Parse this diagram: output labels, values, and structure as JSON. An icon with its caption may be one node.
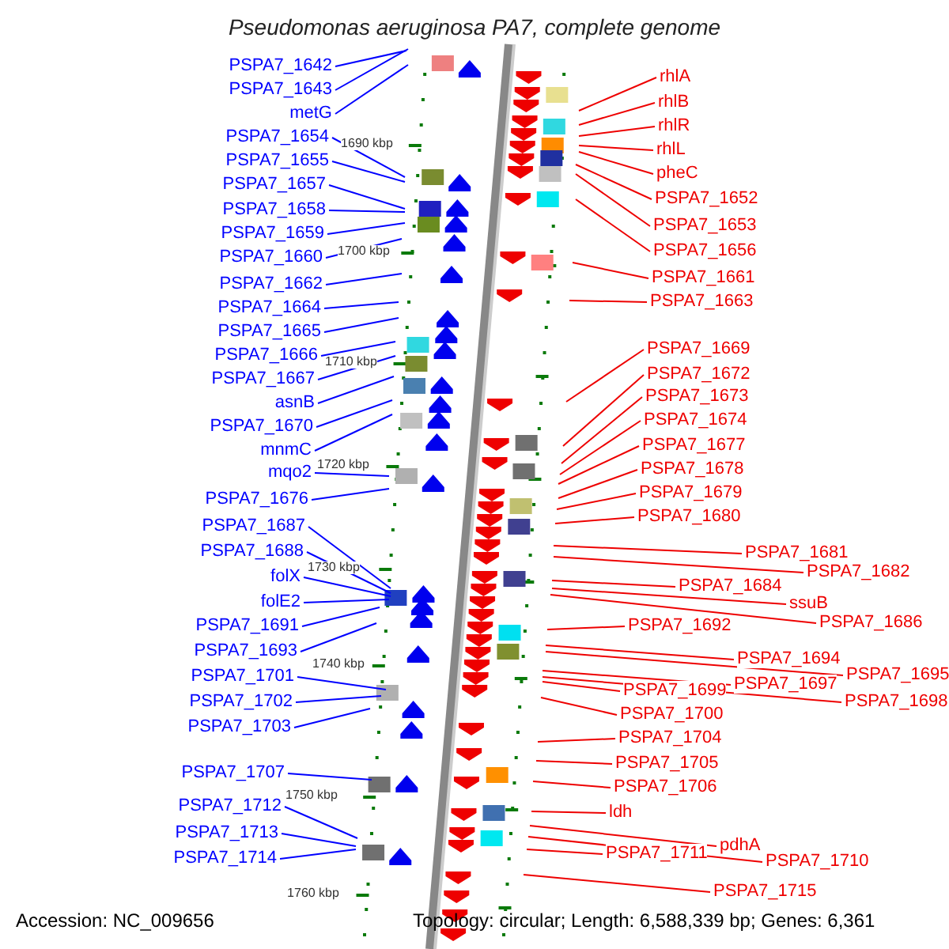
{
  "diagram": {
    "title": "Pseudomonas aeruginosa PA7, complete genome",
    "nodes": [
      {
        "text": [
          "PSPA7_1642"
        ]
      },
      {
        "text": [
          "PSPA7_1643"
        ]
      },
      {
        "text": [
          "metG"
        ]
      },
      {
        "text": [
          "PSPA7_1654"
        ]
      },
      {
        "text": [
          "PSPA7_1655"
        ]
      },
      {
        "text": [
          "PSPA7_1657"
        ]
      },
      {
        "text": [
          "PSPA7_1658"
        ]
      },
      {
        "text": [
          "PSPA7_1659"
        ]
      },
      {
        "text": [
          "PSPA7_1660"
        ]
      },
      {
        "text": [
          "PSPA7_1662"
        ]
      },
      {
        "text": [
          "PSPA7_1664"
        ]
      },
      {
        "text": [
          "PSPA7_1665"
        ]
      },
      {
        "text": [
          "PSPA7_1666"
        ]
      },
      {
        "text": [
          "PSPA7_1667"
        ]
      },
      {
        "text": [
          "asnB"
        ]
      },
      {
        "text": [
          "PSPA7_1670"
        ]
      },
      {
        "text": [
          "mnmC"
        ]
      },
      {
        "text": [
          "mqo2"
        ]
      },
      {
        "text": [
          "PSPA7_1676"
        ]
      },
      {
        "text": [
          "PSPA7_1687"
        ]
      },
      {
        "text": [
          "PSPA7_1688"
        ]
      },
      {
        "text": [
          "folX"
        ]
      },
      {
        "text": [
          "folE2"
        ]
      },
      {
        "text": [
          "PSPA7_1691"
        ]
      },
      {
        "text": [
          "PSPA7_1693"
        ]
      },
      {
        "text": [
          "PSPA7_1701"
        ]
      },
      {
        "text": [
          "PSPA7_1702"
        ]
      },
      {
        "text": [
          "PSPA7_1703"
        ]
      },
      {
        "text": [
          "PSPA7_1707"
        ]
      },
      {
        "text": [
          "PSPA7_1712"
        ]
      },
      {
        "text": [
          "PSPA7_1713"
        ]
      },
      {
        "text": [
          "PSPA7_1714"
        ]
      },
      {
        "text": [
          "rhlA"
        ]
      },
      {
        "text": [
          "rhlB"
        ]
      },
      {
        "text": [
          "rhlR"
        ]
      },
      {
        "text": [
          "rhlL"
        ]
      },
      {
        "text": [
          "pheC"
        ]
      },
      {
        "text": [
          "PSPA7_1652"
        ]
      },
      {
        "text": [
          "PSPA7_1653"
        ]
      },
      {
        "text": [
          "PSPA7_1656"
        ]
      },
      {
        "text": [
          "PSPA7_1661"
        ]
      },
      {
        "text": [
          "PSPA7_1663"
        ]
      },
      {
        "text": [
          "PSPA7_1669"
        ]
      },
      {
        "text": [
          "PSPA7_1672"
        ]
      },
      {
        "text": [
          "PSPA7_1673"
        ]
      },
      {
        "text": [
          "PSPA7_1674"
        ]
      },
      {
        "text": [
          "PSPA7_1677"
        ]
      },
      {
        "text": [
          "PSPA7_1678"
        ]
      },
      {
        "text": [
          "PSPA7_1679"
        ]
      },
      {
        "text": [
          "PSPA7_1680"
        ]
      },
      {
        "text": [
          "PSPA7_1681"
        ]
      },
      {
        "text": [
          "PSPA7_1682"
        ]
      },
      {
        "text": [
          "PSPA7_1684"
        ]
      },
      {
        "text": [
          "ssuB"
        ]
      },
      {
        "text": [
          "PSPA7_1686"
        ]
      },
      {
        "text": [
          "PSPA7_1692"
        ]
      },
      {
        "text": [
          "PSPA7_1694"
        ]
      },
      {
        "text": [
          "PSPA7_1695"
        ]
      },
      {
        "text": [
          "PSPA7_1697"
        ]
      },
      {
        "text": [
          "PSPA7_1698"
        ]
      },
      {
        "text": [
          "PSPA7_1699"
        ]
      },
      {
        "text": [
          "PSPA7_1700"
        ]
      },
      {
        "text": [
          "PSPA7_1704"
        ]
      },
      {
        "text": [
          "PSPA7_1705"
        ]
      },
      {
        "text": [
          "PSPA7_1706"
        ]
      },
      {
        "text": [
          "ldh"
        ]
      },
      {
        "text": [
          "pdhA"
        ]
      },
      {
        "text": [
          "PSPA7_1710"
        ]
      },
      {
        "text": [
          "PSPA7_1711"
        ]
      },
      {
        "text": [
          "PSPA7_1715"
        ]
      }
    ],
    "edges": [
      {
        "from": 0,
        "to": null,
        "arrow": "none",
        "color": "#0000ff"
      },
      {
        "from": 1,
        "to": null,
        "arrow": "none",
        "color": "#0000ff"
      },
      {
        "from": 2,
        "to": null,
        "arrow": "none",
        "color": "#0000ff"
      },
      {
        "from": 3,
        "to": null,
        "arrow": "none",
        "color": "#0000ff"
      },
      {
        "from": 4,
        "to": null,
        "arrow": "none",
        "color": "#0000ff"
      },
      {
        "from": 5,
        "to": null,
        "arrow": "none",
        "color": "#0000ff"
      },
      {
        "from": 6,
        "to": null,
        "arrow": "none",
        "color": "#0000ff"
      },
      {
        "from": 7,
        "to": null,
        "arrow": "none",
        "color": "#0000ff"
      },
      {
        "from": 8,
        "to": null,
        "arrow": "none",
        "color": "#0000ff"
      },
      {
        "from": 9,
        "to": null,
        "arrow": "none",
        "color": "#0000ff"
      },
      {
        "from": 10,
        "to": null,
        "arrow": "none",
        "color": "#0000ff"
      },
      {
        "from": 11,
        "to": null,
        "arrow": "none",
        "color": "#0000ff"
      },
      {
        "from": 12,
        "to": null,
        "arrow": "none",
        "color": "#0000ff"
      },
      {
        "from": 13,
        "to": null,
        "arrow": "none",
        "color": "#0000ff"
      },
      {
        "from": 14,
        "to": null,
        "arrow": "none",
        "color": "#0000ff"
      },
      {
        "from": 15,
        "to": null,
        "arrow": "none",
        "color": "#0000ff"
      },
      {
        "from": 16,
        "to": null,
        "arrow": "none",
        "color": "#0000ff"
      },
      {
        "from": 17,
        "to": null,
        "arrow": "none",
        "color": "#0000ff"
      },
      {
        "from": 18,
        "to": null,
        "arrow": "none",
        "color": "#0000ff"
      },
      {
        "from": 19,
        "to": null,
        "arrow": "none",
        "color": "#0000ff"
      },
      {
        "from": 20,
        "to": null,
        "arrow": "none",
        "color": "#0000ff"
      },
      {
        "from": 21,
        "to": null,
        "arrow": "none",
        "color": "#0000ff"
      },
      {
        "from": 22,
        "to": null,
        "arrow": "none",
        "color": "#0000ff"
      },
      {
        "from": 23,
        "to": null,
        "arrow": "none",
        "color": "#0000ff"
      },
      {
        "from": 24,
        "to": null,
        "arrow": "none",
        "color": "#0000ff"
      },
      {
        "from": 25,
        "to": null,
        "arrow": "none",
        "color": "#0000ff"
      },
      {
        "from": 26,
        "to": null,
        "arrow": "none",
        "color": "#0000ff"
      },
      {
        "from": 27,
        "to": null,
        "arrow": "none",
        "color": "#0000ff"
      },
      {
        "from": 28,
        "to": null,
        "arrow": "none",
        "color": "#0000ff"
      },
      {
        "from": 29,
        "to": null,
        "arrow": "none",
        "color": "#0000ff"
      },
      {
        "from": 30,
        "to": null,
        "arrow": "none",
        "color": "#0000ff"
      },
      {
        "from": 31,
        "to": null,
        "arrow": "none",
        "color": "#0000ff"
      },
      {
        "from": 32,
        "to": null,
        "arrow": "none"
      },
      {
        "from": 33,
        "to": null,
        "arrow": "none"
      },
      {
        "from": 34,
        "to": null,
        "arrow": "none"
      },
      {
        "from": 35,
        "to": null,
        "arrow": "none"
      },
      {
        "from": 36,
        "to": null,
        "arrow": "none"
      },
      {
        "from": 37,
        "to": null,
        "arrow": "none"
      },
      {
        "from": 38,
        "to": null,
        "arrow": "none"
      },
      {
        "from": 39,
        "to": null,
        "arrow": "none"
      },
      {
        "from": 40,
        "to": null,
        "arrow": "none"
      },
      {
        "from": 41,
        "to": null,
        "arrow": "none"
      },
      {
        "from": 42,
        "to": null,
        "arrow": "none"
      },
      {
        "from": 43,
        "to": null,
        "arrow": "none"
      },
      {
        "from": 44,
        "to": null,
        "arrow": "none"
      },
      {
        "from": 45,
        "to": null,
        "arrow": "none"
      },
      {
        "from": 46,
        "to": null,
        "arrow": "none"
      },
      {
        "from": 47,
        "to": null,
        "arrow": "none"
      },
      {
        "from": 48,
        "to": null,
        "arrow": "none"
      },
      {
        "from": 49,
        "to": null,
        "arrow": "none"
      },
      {
        "from": 50,
        "to": null,
        "arrow": "none"
      },
      {
        "from": 51,
        "to": null,
        "arrow": "none"
      },
      {
        "from": 52,
        "to": null,
        "arrow": "none"
      },
      {
        "from": 53,
        "to": null,
        "arrow": "none"
      },
      {
        "from": 54,
        "to": null,
        "arrow": "none"
      },
      {
        "from": 55,
        "to": null,
        "arrow": "none"
      },
      {
        "from": 56,
        "to": null,
        "arrow": "none"
      },
      {
        "from": 57,
        "to": null,
        "arrow": "none"
      },
      {
        "from": 58,
        "to": null,
        "arrow": "none"
      },
      {
        "from": 59,
        "to": null,
        "arrow": "none"
      },
      {
        "from": 60,
        "to": null,
        "arrow": "none"
      },
      {
        "from": 61,
        "to": null,
        "arrow": "none"
      },
      {
        "from": 62,
        "to": null,
        "arrow": "none"
      },
      {
        "from": 63,
        "to": null,
        "arrow": "none"
      },
      {
        "from": 64,
        "to": null,
        "arrow": "none"
      },
      {
        "from": 65,
        "to": null,
        "arrow": "none"
      },
      {
        "from": 66,
        "to": null,
        "arrow": "none"
      },
      {
        "from": 67,
        "to": null,
        "arrow": "none"
      },
      {
        "from": 68,
        "to": null,
        "arrow": "none"
      },
      {
        "from": 69,
        "to": null,
        "arrow": "none"
      }
    ],
    "labels": [
      "1690 kbp",
      "1700 kbp",
      "1710 kbp",
      "1720 kbp",
      "1730 kbp",
      "1740 kbp",
      "1750 kbp",
      "1760 kbp",
      "Accession: NC_009656",
      "Topology: circular; Length: 6,588,339 bp; Genes: 6,361"
    ]
  }
}
